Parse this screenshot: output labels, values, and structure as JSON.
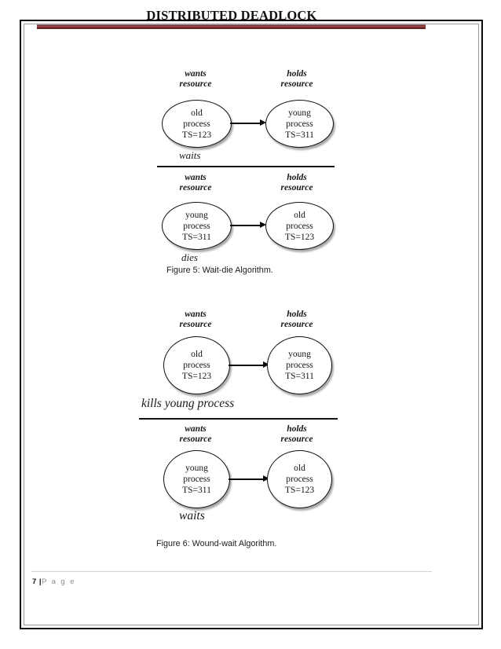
{
  "document": {
    "title": "DISTRIBUTED DEADLOCK",
    "accent_color": "#7a2a2a",
    "page_border_color": "#0a0a0a"
  },
  "footer": {
    "page_number": "7 |",
    "page_word": "P a g e"
  },
  "figures": [
    {
      "id": "figure-5",
      "caption": "Figure 5: Wait-die Algorithm.",
      "panels": [
        {
          "id": "wait-die-panel-1",
          "left_header": "wants\nresource",
          "left_header_line1": "wants",
          "left_header_line2": "resource",
          "right_header_line1": "holds",
          "right_header_line2": "resource",
          "left_node": {
            "line1": "old",
            "line2": "process",
            "line3": "TS=123"
          },
          "right_node": {
            "line1": "young",
            "line2": "process",
            "line3": "TS=311"
          },
          "state": "waits"
        },
        {
          "id": "wait-die-panel-2",
          "left_header_line1": "wants",
          "left_header_line2": "resource",
          "right_header_line1": "holds",
          "right_header_line2": "resource",
          "left_node": {
            "line1": "young",
            "line2": "process",
            "line3": "TS=311"
          },
          "right_node": {
            "line1": "old",
            "line2": "process",
            "line3": "TS=123"
          },
          "state": "dies"
        }
      ]
    },
    {
      "id": "figure-6",
      "caption": "Figure 6: Wound-wait Algorithm.",
      "panels": [
        {
          "id": "wound-wait-panel-1",
          "left_header_line1": "wants",
          "left_header_line2": "resource",
          "right_header_line1": "holds",
          "right_header_line2": "resource",
          "left_node": {
            "line1": "old",
            "line2": "process",
            "line3": "TS=123"
          },
          "right_node": {
            "line1": "young",
            "line2": "process",
            "line3": "TS=311"
          },
          "state": "kills young process"
        },
        {
          "id": "wound-wait-panel-2",
          "left_header_line1": "wants",
          "left_header_line2": "resource",
          "right_header_line1": "holds",
          "right_header_line2": "resource",
          "left_node": {
            "line1": "young",
            "line2": "process",
            "line3": "TS=311"
          },
          "right_node": {
            "line1": "old",
            "line2": "process",
            "line3": "TS=123"
          },
          "state": "waits"
        }
      ]
    }
  ]
}
